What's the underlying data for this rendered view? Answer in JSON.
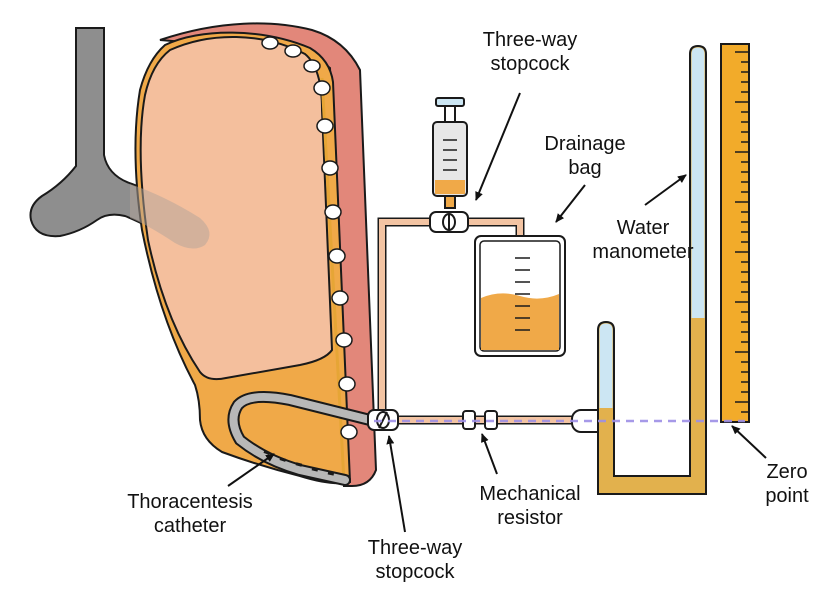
{
  "labels": {
    "stopcock_top": [
      "Three-way",
      "stopcock"
    ],
    "drainage_bag": [
      "Drainage",
      "bag"
    ],
    "water_manometer": [
      "Water",
      "manometer"
    ],
    "thoracentesis_catheter": [
      "Thoracentesis",
      "catheter"
    ],
    "stopcock_bottom": [
      "Three-way",
      "stopcock"
    ],
    "mechanical_resistor": [
      "Mechanical",
      "resistor"
    ],
    "zero_point": [
      "Zero",
      "point"
    ]
  },
  "colors": {
    "lung": "#f4bf9d",
    "effusion_fluid": "#f0a948",
    "chest_wall": "#e2877a",
    "pleural_line": "#e6a536",
    "airway": "#8e8e8e",
    "catheter": "#b8b8b8",
    "tubing": "#f3c4a3",
    "manometer_fluid": "#e2b14d",
    "manometer_air": "#cce6f3",
    "ruler": "#f2ab2a",
    "zero_line": "#9d8fe6",
    "outline": "#1a1a1a"
  }
}
